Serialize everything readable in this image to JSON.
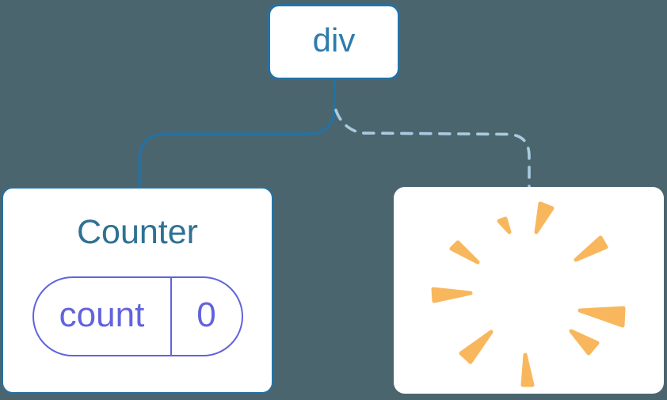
{
  "diagram": {
    "description": "component tree",
    "root": {
      "label": "div"
    },
    "children": [
      {
        "title": "Counter",
        "connector": "solid",
        "state": {
          "key": "count",
          "value": "0"
        }
      },
      {
        "title": "",
        "connector": "dashed",
        "icon": "poof-burst-icon"
      }
    ]
  },
  "colors": {
    "background": "#4B656F",
    "card_background": "#FFFFFF",
    "node_blue": "#2472A4",
    "root_label_blue": "#2E7CAD",
    "title_blue": "#2F7193",
    "state_purple": "#6163DE",
    "dashed_connector_blue": "#A9CBDF",
    "poof_orange": "#F8B75D"
  }
}
